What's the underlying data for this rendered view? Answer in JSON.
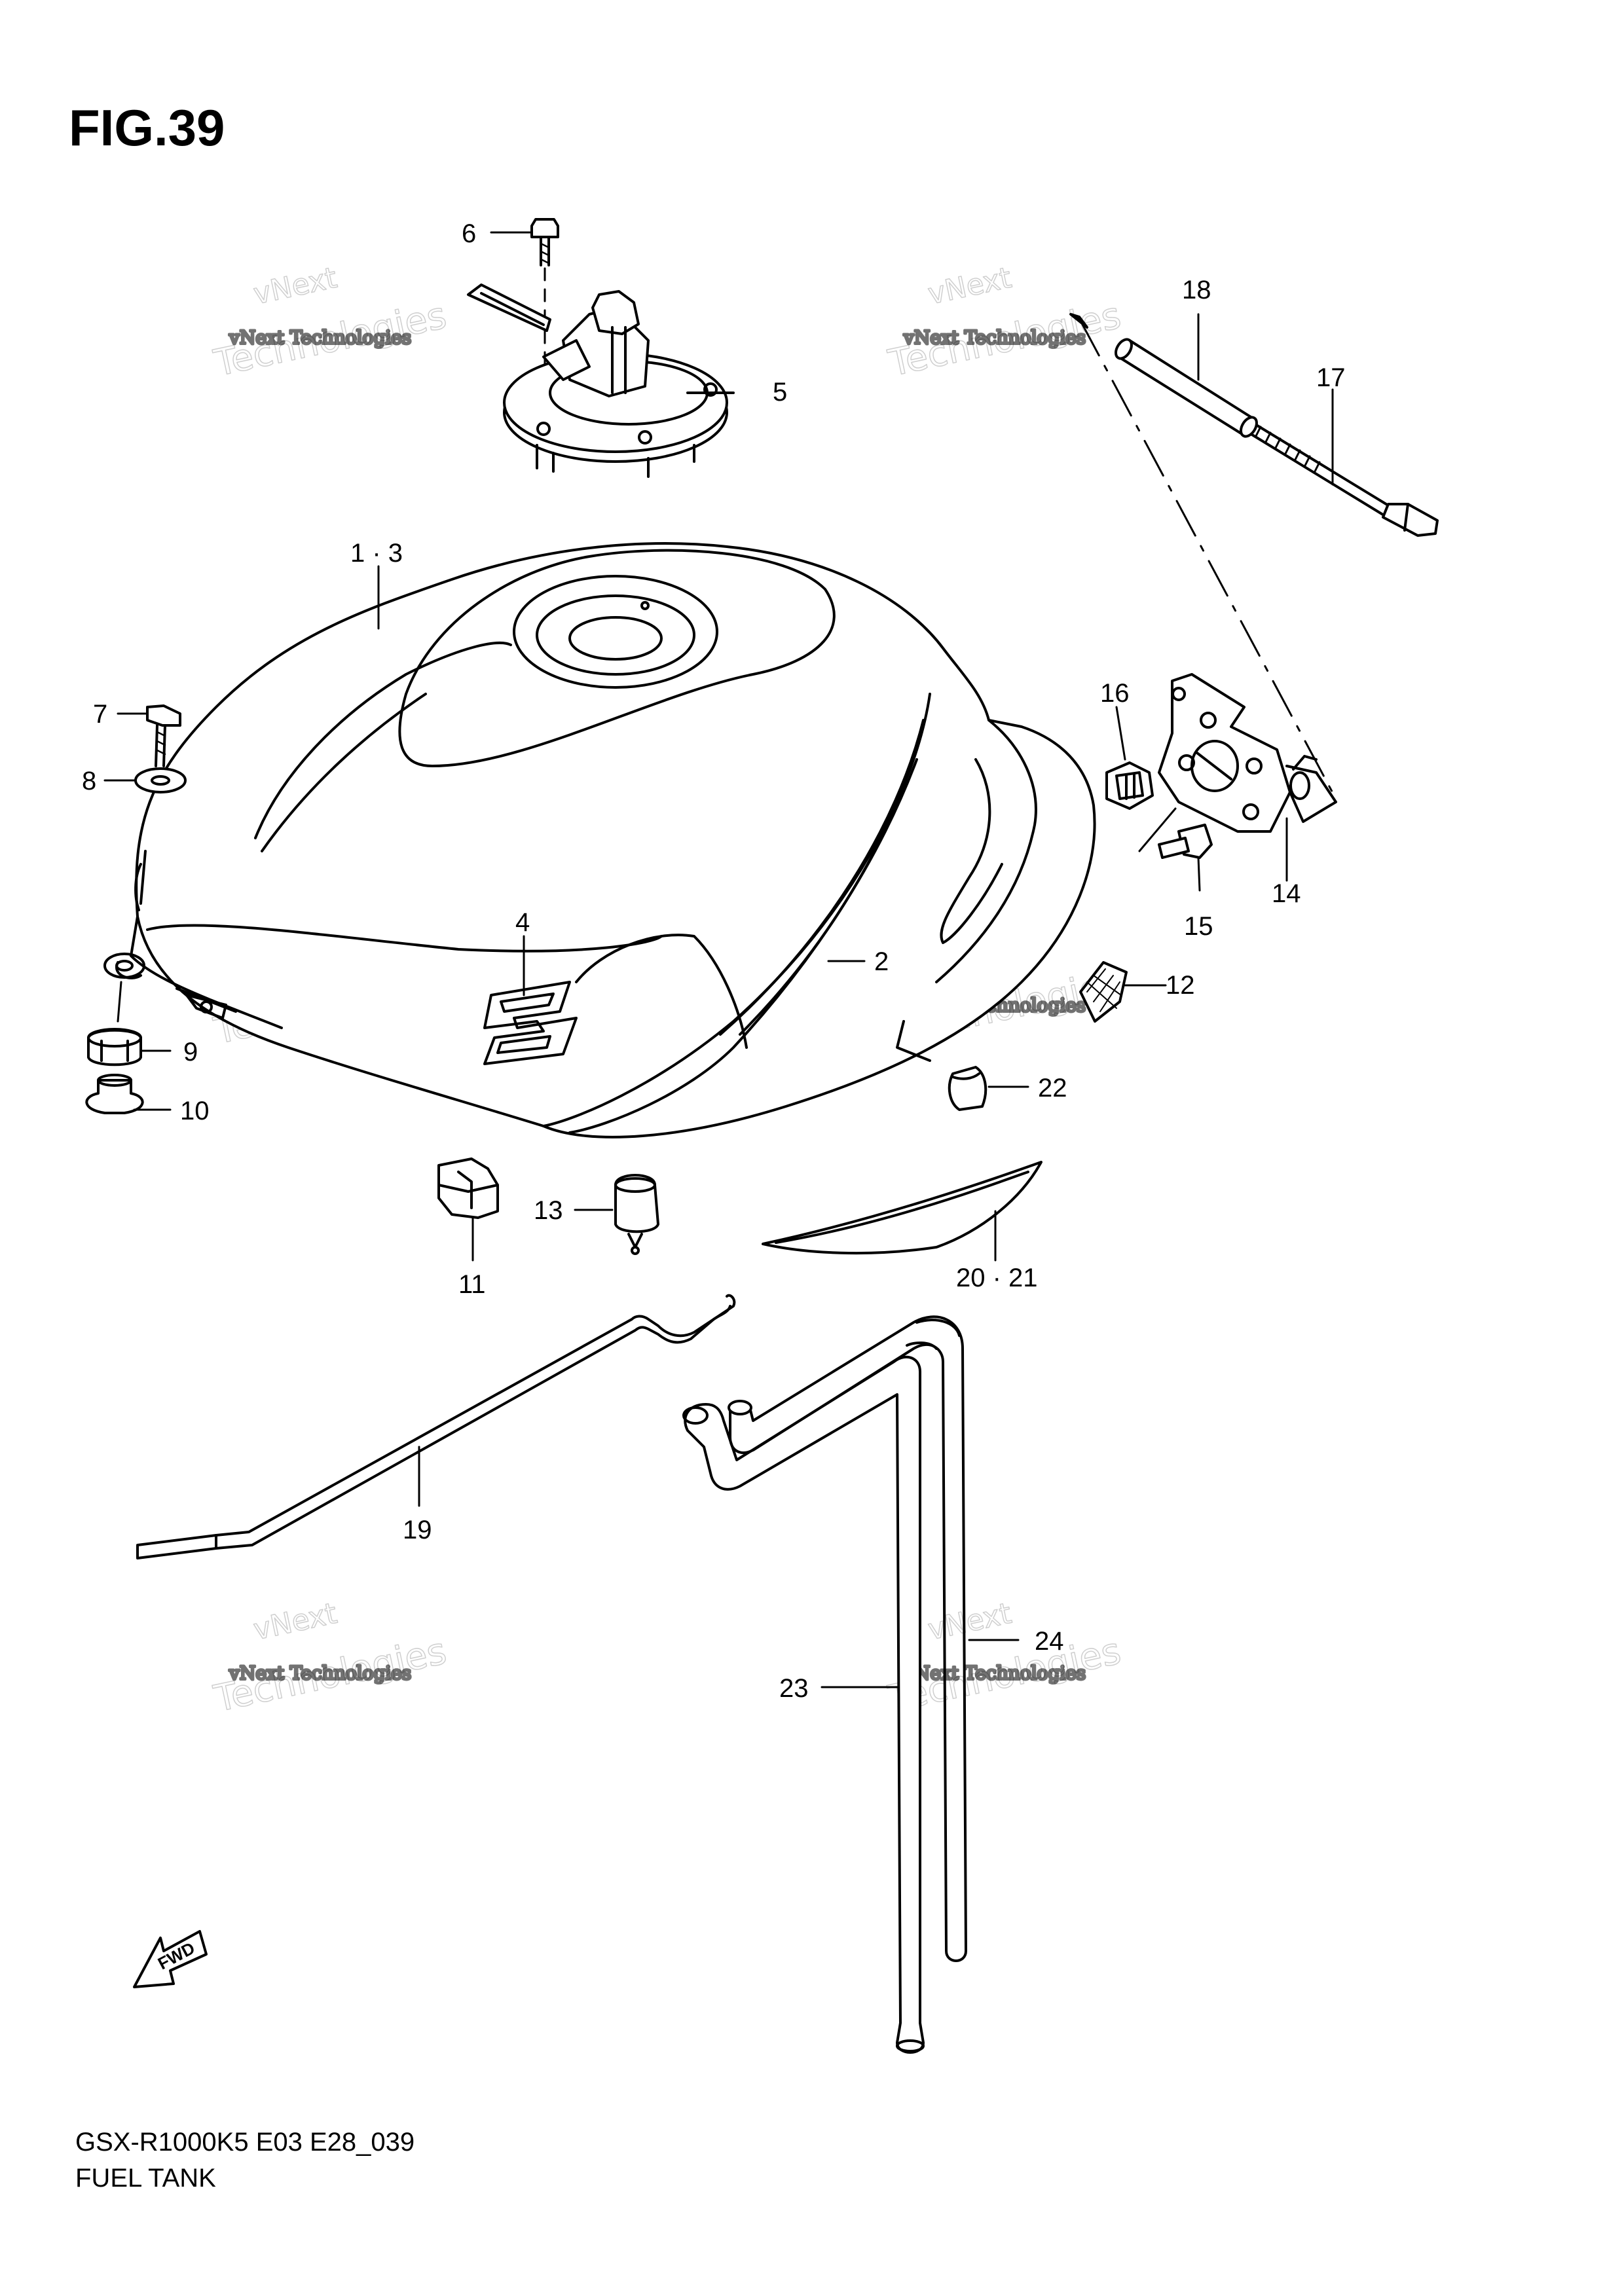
{
  "figure": {
    "title": "FIG.39",
    "model_code": "GSX-R1000K5 E03 E28_039",
    "caption": "FUEL TANK",
    "fwd_label": "FWD"
  },
  "watermark": {
    "line1": "vNext Technologies",
    "line2": "Technologies",
    "line3": "vNext"
  },
  "callouts": [
    {
      "id": "c6",
      "label": "6"
    },
    {
      "id": "c5",
      "label": "5"
    },
    {
      "id": "c18",
      "label": "18"
    },
    {
      "id": "c17",
      "label": "17"
    },
    {
      "id": "c13a",
      "label": "1 · 3"
    },
    {
      "id": "c16",
      "label": "16"
    },
    {
      "id": "c7",
      "label": "7"
    },
    {
      "id": "c8",
      "label": "8"
    },
    {
      "id": "c14",
      "label": "14"
    },
    {
      "id": "c15",
      "label": "15"
    },
    {
      "id": "c4",
      "label": "4"
    },
    {
      "id": "c2",
      "label": "2"
    },
    {
      "id": "c12",
      "label": "12"
    },
    {
      "id": "c9",
      "label": "9"
    },
    {
      "id": "c10",
      "label": "10"
    },
    {
      "id": "c22",
      "label": "22"
    },
    {
      "id": "c13",
      "label": "13"
    },
    {
      "id": "c11",
      "label": "11"
    },
    {
      "id": "c2021",
      "label": "20 · 21"
    },
    {
      "id": "c19",
      "label": "19"
    },
    {
      "id": "c24",
      "label": "24"
    },
    {
      "id": "c23",
      "label": "23"
    }
  ]
}
